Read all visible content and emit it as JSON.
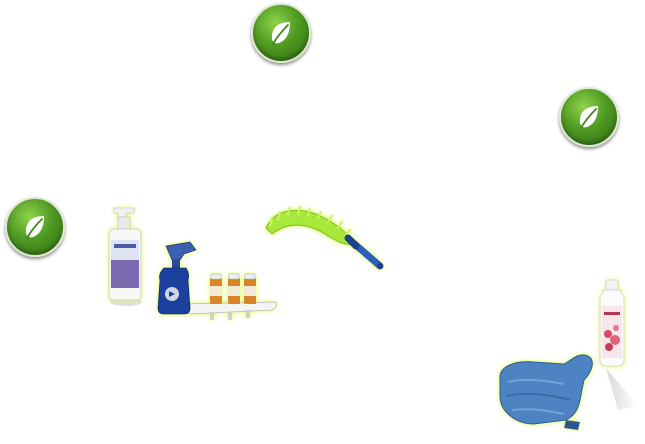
{
  "page": {
    "background": "#ffffff",
    "glow_color": "#d8ff3a"
  },
  "leaf_buttons": [
    {
      "icon": "leaf-icon",
      "color": "#4f9a22"
    },
    {
      "icon": "leaf-icon",
      "color": "#4f9a22"
    },
    {
      "icon": "leaf-icon",
      "color": "#4f9a22"
    }
  ],
  "products": [
    {
      "name": "spray-bottle",
      "icon": "spray-bottle-icon"
    },
    {
      "name": "trigger-sprayer-with-oil-vials",
      "icon": "trigger-sprayer-icon"
    },
    {
      "name": "microfiber-duster",
      "icon": "duster-icon"
    },
    {
      "name": "microfiber-mitt",
      "icon": "mitt-icon"
    },
    {
      "name": "lotion-bottle",
      "icon": "lotion-bottle-icon"
    }
  ]
}
